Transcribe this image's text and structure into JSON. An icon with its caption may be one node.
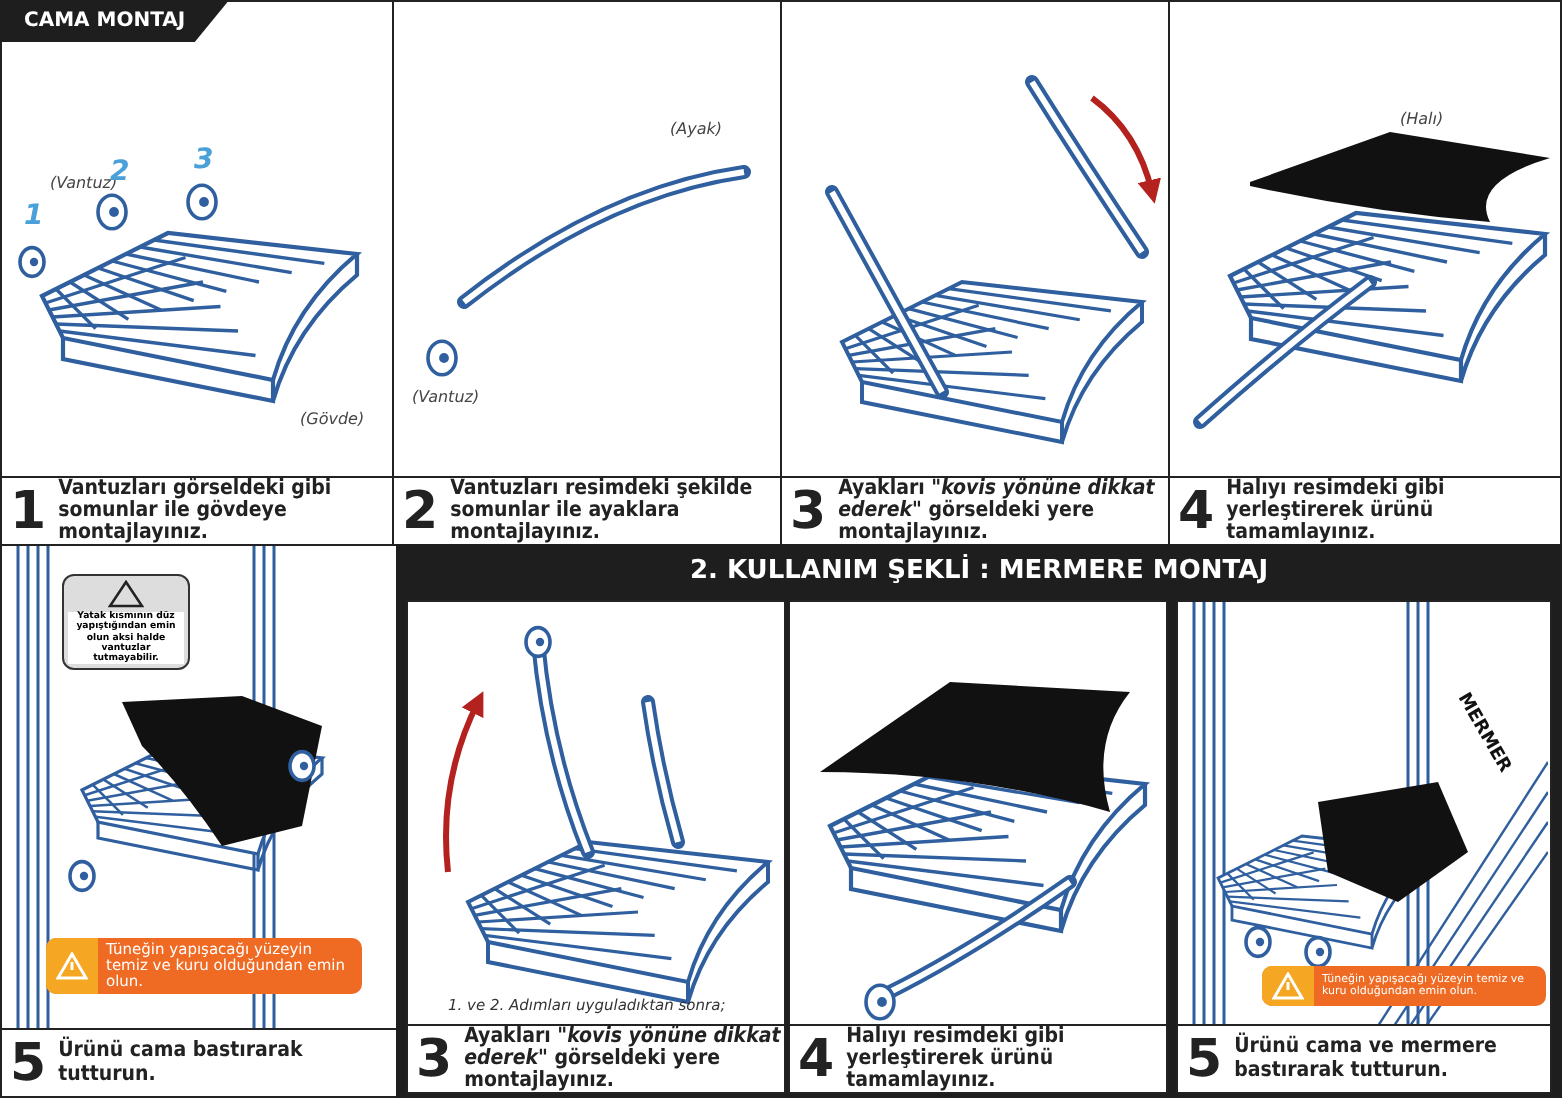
{
  "diagram": {
    "nodes": [
      {
        "text": [
          "1",
          "Vantuzları görseldeki gibi somunlar ile gövdeye montajlayınız."
        ]
      },
      {
        "text": [
          "2",
          "Vantuzları resimdeki şekilde somunlar ile ayaklara montajlayınız."
        ]
      },
      {
        "text": [
          "3",
          "Ayakları *\"kovis yönüne dikkat ederek\"* görseldeki yere montajlayınız."
        ]
      },
      {
        "text": [
          "4",
          "Halıyı resimdeki gibi yerleştirerek ürünü tamamlayınız."
        ]
      },
      {
        "text": [
          "5",
          "Ürünü cama bastırarak tutturun."
        ]
      },
      {
        "text": [
          "Yatak kısmının düz yapıştığından emin olun aksi halde vantuzlar tutmayabilir."
        ],
        "in": 4
      },
      {
        "text": [
          "Tüneğin yapışacağı yüzeyin temiz ve kuru olduğundan emin olun."
        ],
        "in": 4
      },
      {
        "text": [
          "2. KULLANIM ŞEKLİ : MERMERE MONTAJ"
        ]
      },
      {
        "text": [
          "1. ve 2. Adımları uyguladıktan sonra;",
          "3",
          "Ayakları *\"kovis yönüne dikkat ederek\"* görseldeki yere montajlayınız."
        ],
        "in": 7
      },
      {
        "text": [
          "4",
          "Halıyı resimdeki gibi yerleştirerek ürünü tamamlayınız."
        ],
        "in": 7
      },
      {
        "text": [
          "5",
          "Ürünü cama ve mermere bastırarak tutturun."
        ],
        "in": 7
      },
      {
        "text": [
          "Tüneğin yapışacağı yüzeyin temiz ve kuru olduğundan emin olun."
        ],
        "in": 10
      }
    ],
    "edges": [],
    "labels": [
      "CAMA MONTAJ",
      "(Vantuz)",
      "2",
      "3",
      "1",
      "(Gövde)",
      "(Ayak)",
      "(Vantuz)",
      "(Halı)",
      "MERMER"
    ]
  }
}
